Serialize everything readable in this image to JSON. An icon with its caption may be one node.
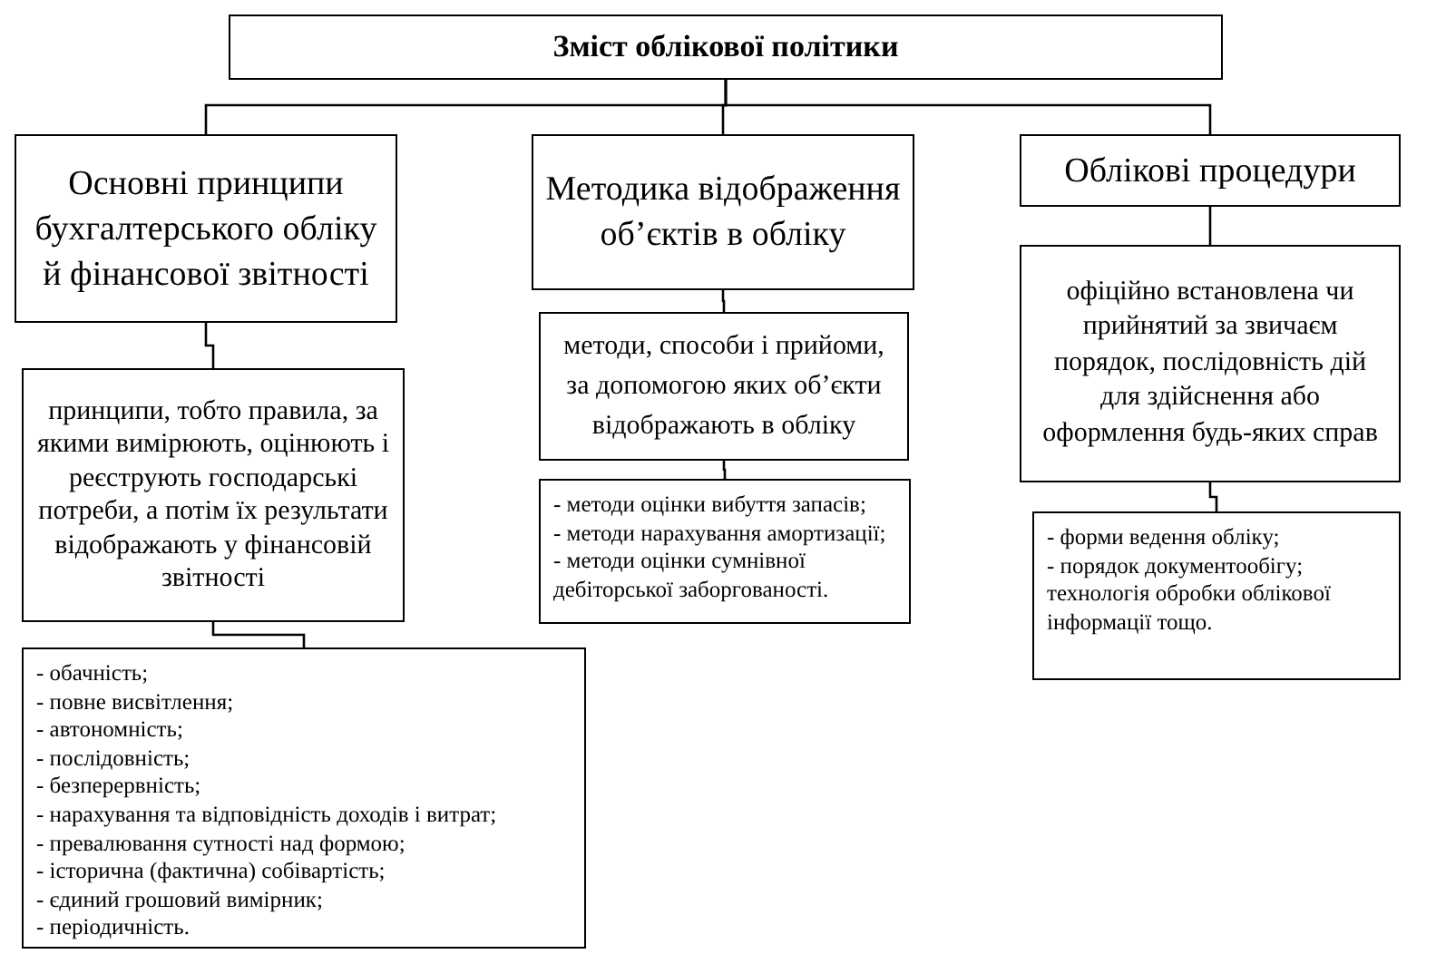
{
  "diagram": {
    "nodes": [
      {
        "text": [
          "Зміст облікової політики"
        ]
      },
      {
        "text": [
          "Основні принципи бухгалтерського обліку й фінансової звітності"
        ]
      },
      {
        "text": [
          "Методика відображення об’єктів в обліку"
        ]
      },
      {
        "text": [
          "Облікові процедури"
        ]
      },
      {
        "text": [
          "принципи, тобто правила, за якими вимірюють, оцінюють і реєструють господарські потреби, а потім їх результати відображають у фінансовій звітності"
        ]
      },
      {
        "text": [
          "- обачність;",
          "- повне висвітлення;",
          "- автономність;",
          "- послідовність;",
          "- безперервність;",
          "- нарахування та відповідність доходів і витрат;",
          "- превалювання сутності над формою;",
          "- історична (фактична) собівартість;",
          "- єдиний грошовий вимірник;",
          "- періодичність."
        ]
      },
      {
        "text": [
          "методи, способи і прийоми, за допомогою яких об’єкти відображають в обліку"
        ]
      },
      {
        "text": [
          "- методи оцінки вибуття запасів;",
          "- методи нарахування амортизації;",
          "- методи оцінки сумнівної дебіторської заборгованості."
        ]
      },
      {
        "text": [
          "офіційно встановлена чи прийнятий за звичаєм порядок, послідовність дій для здійснення або оформлення будь-яких справ"
        ]
      },
      {
        "text": [
          "- форми ведення обліку;",
          "- порядок документообігу;",
          "технологія обробки облікової інформації тощо."
        ]
      }
    ],
    "edges": [
      {
        "from": 0,
        "to": 1,
        "arrow": "none"
      },
      {
        "from": 0,
        "to": 2,
        "arrow": "none"
      },
      {
        "from": 0,
        "to": 3,
        "arrow": "none"
      },
      {
        "from": 1,
        "to": 4,
        "arrow": "none"
      },
      {
        "from": 4,
        "to": 5,
        "arrow": "none"
      },
      {
        "from": 2,
        "to": 6,
        "arrow": "none"
      },
      {
        "from": 6,
        "to": 7,
        "arrow": "none"
      },
      {
        "from": 3,
        "to": 8,
        "arrow": "none"
      },
      {
        "from": 8,
        "to": 9,
        "arrow": "none"
      }
    ]
  }
}
